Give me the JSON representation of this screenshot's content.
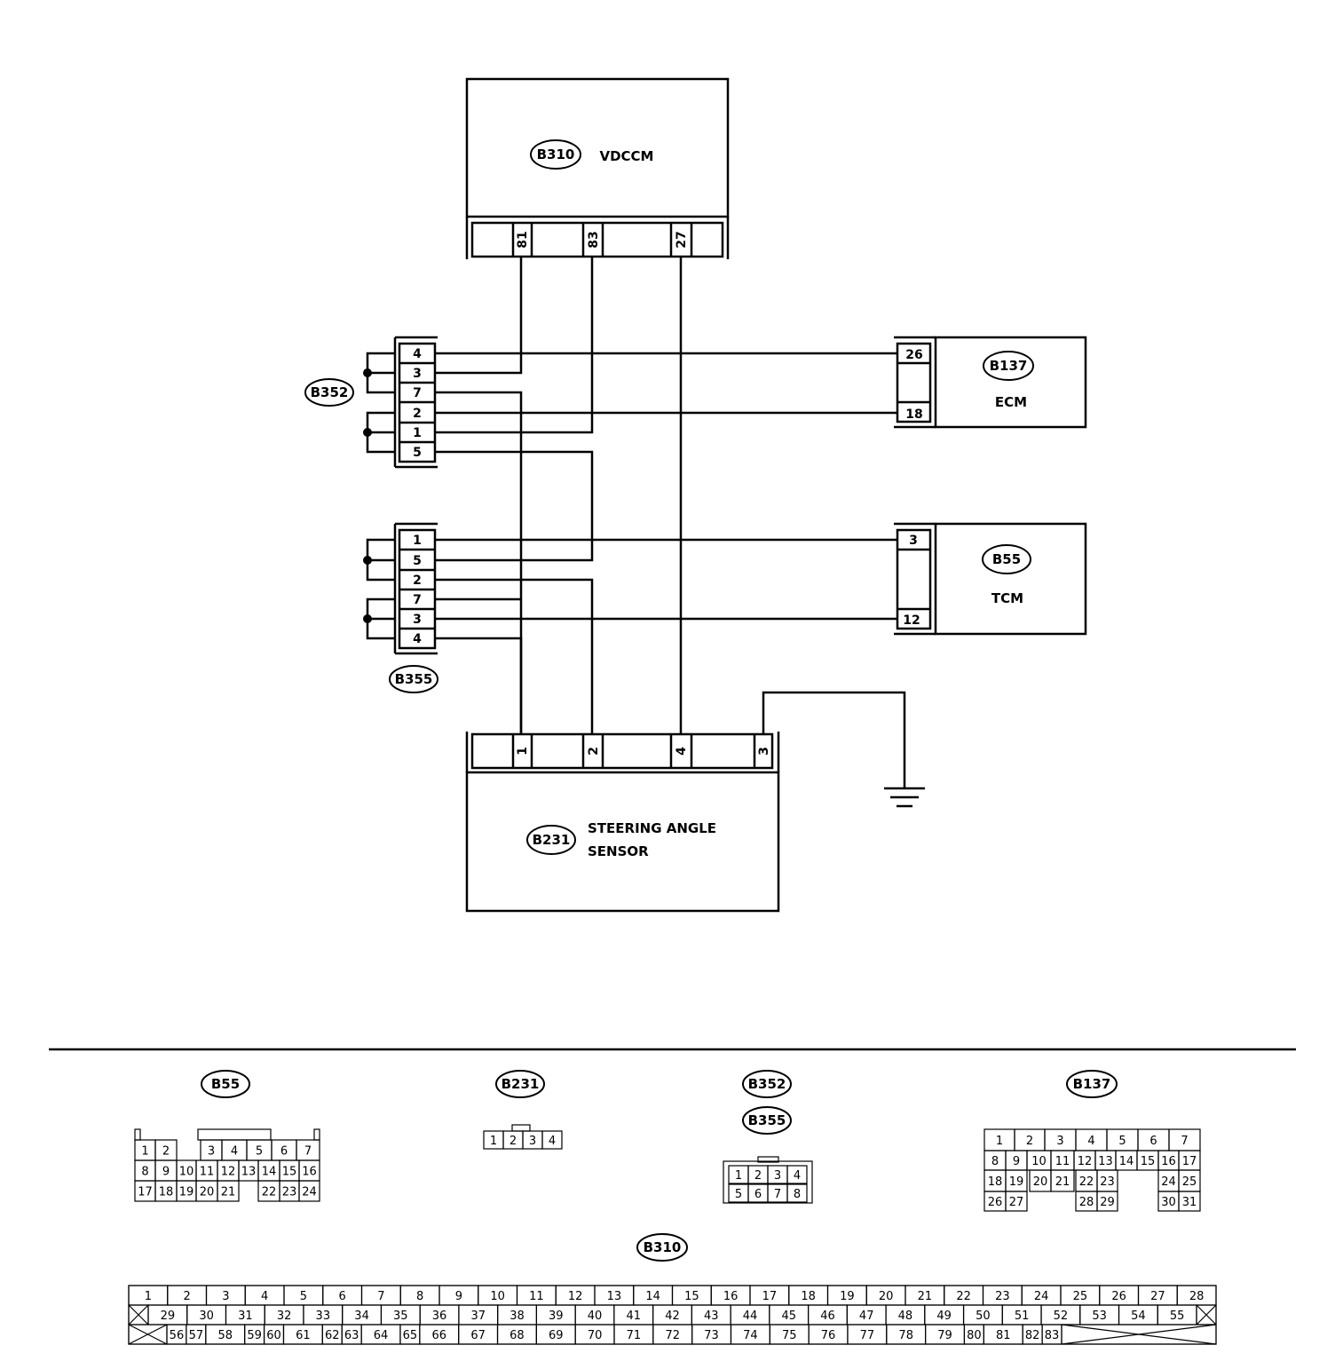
{
  "components": {
    "vdccm": {
      "id": "B310",
      "name": "VDCCM",
      "pins": [
        "81",
        "83",
        "27"
      ]
    },
    "ecm": {
      "id": "B137",
      "name": "ECM",
      "pins": [
        "26",
        "18"
      ]
    },
    "tcm": {
      "id": "B55",
      "name": "TCM",
      "pins": [
        "3",
        "12"
      ]
    },
    "steering_angle_sensor": {
      "id": "B231",
      "name_line1": "STEERING ANGLE",
      "name_line2": "SENSOR",
      "pins": [
        "1",
        "2",
        "4",
        "3"
      ]
    },
    "joint_b352": {
      "id": "B352",
      "pins": [
        "4",
        "3",
        "7",
        "2",
        "1",
        "5"
      ]
    },
    "joint_b355": {
      "id": "B355",
      "pins": [
        "1",
        "5",
        "2",
        "7",
        "3",
        "4"
      ]
    }
  },
  "connector_faces": {
    "b55": {
      "id": "B55",
      "row1": [
        "1",
        "2",
        "3",
        "4",
        "5",
        "6",
        "7"
      ],
      "row2": [
        "8",
        "9",
        "10",
        "11",
        "12",
        "13",
        "14",
        "15",
        "16"
      ],
      "row3": [
        "17",
        "18",
        "19",
        "20",
        "21",
        "22",
        "23",
        "24"
      ]
    },
    "b231": {
      "id": "B231",
      "row1": [
        "1",
        "2",
        "3",
        "4"
      ]
    },
    "b352_b355": {
      "id1": "B352",
      "id2": "B355",
      "row1": [
        "1",
        "2",
        "3",
        "4"
      ],
      "row2": [
        "5",
        "6",
        "7",
        "8"
      ]
    },
    "b137": {
      "id": "B137",
      "row1": [
        "1",
        "2",
        "3",
        "4",
        "5",
        "6",
        "7"
      ],
      "row2": [
        "8",
        "9",
        "10",
        "11",
        "12",
        "13",
        "14",
        "15",
        "16",
        "17"
      ],
      "row3": [
        "18",
        "19",
        "20",
        "21",
        "22",
        "23",
        "24",
        "25"
      ],
      "row4": [
        "26",
        "27",
        "28",
        "29",
        "30",
        "31"
      ]
    },
    "b310": {
      "id": "B310",
      "row1": [
        "1",
        "2",
        "3",
        "4",
        "5",
        "6",
        "7",
        "8",
        "9",
        "10",
        "11",
        "12",
        "13",
        "14",
        "15",
        "16",
        "17",
        "18",
        "19",
        "20",
        "21",
        "22",
        "23",
        "24",
        "25",
        "26",
        "27",
        "28"
      ],
      "row2": [
        "29",
        "30",
        "31",
        "32",
        "33",
        "34",
        "35",
        "36",
        "37",
        "38",
        "39",
        "40",
        "41",
        "42",
        "43",
        "44",
        "45",
        "46",
        "47",
        "48",
        "49",
        "50",
        "51",
        "52",
        "53",
        "54",
        "55"
      ],
      "row3": [
        "56",
        "57",
        "58",
        "59",
        "60",
        "61",
        "62",
        "63",
        "64",
        "65",
        "66",
        "67",
        "68",
        "69",
        "70",
        "71",
        "72",
        "73",
        "74",
        "75",
        "76",
        "77",
        "78",
        "79",
        "80",
        "81",
        "82",
        "83"
      ]
    }
  }
}
